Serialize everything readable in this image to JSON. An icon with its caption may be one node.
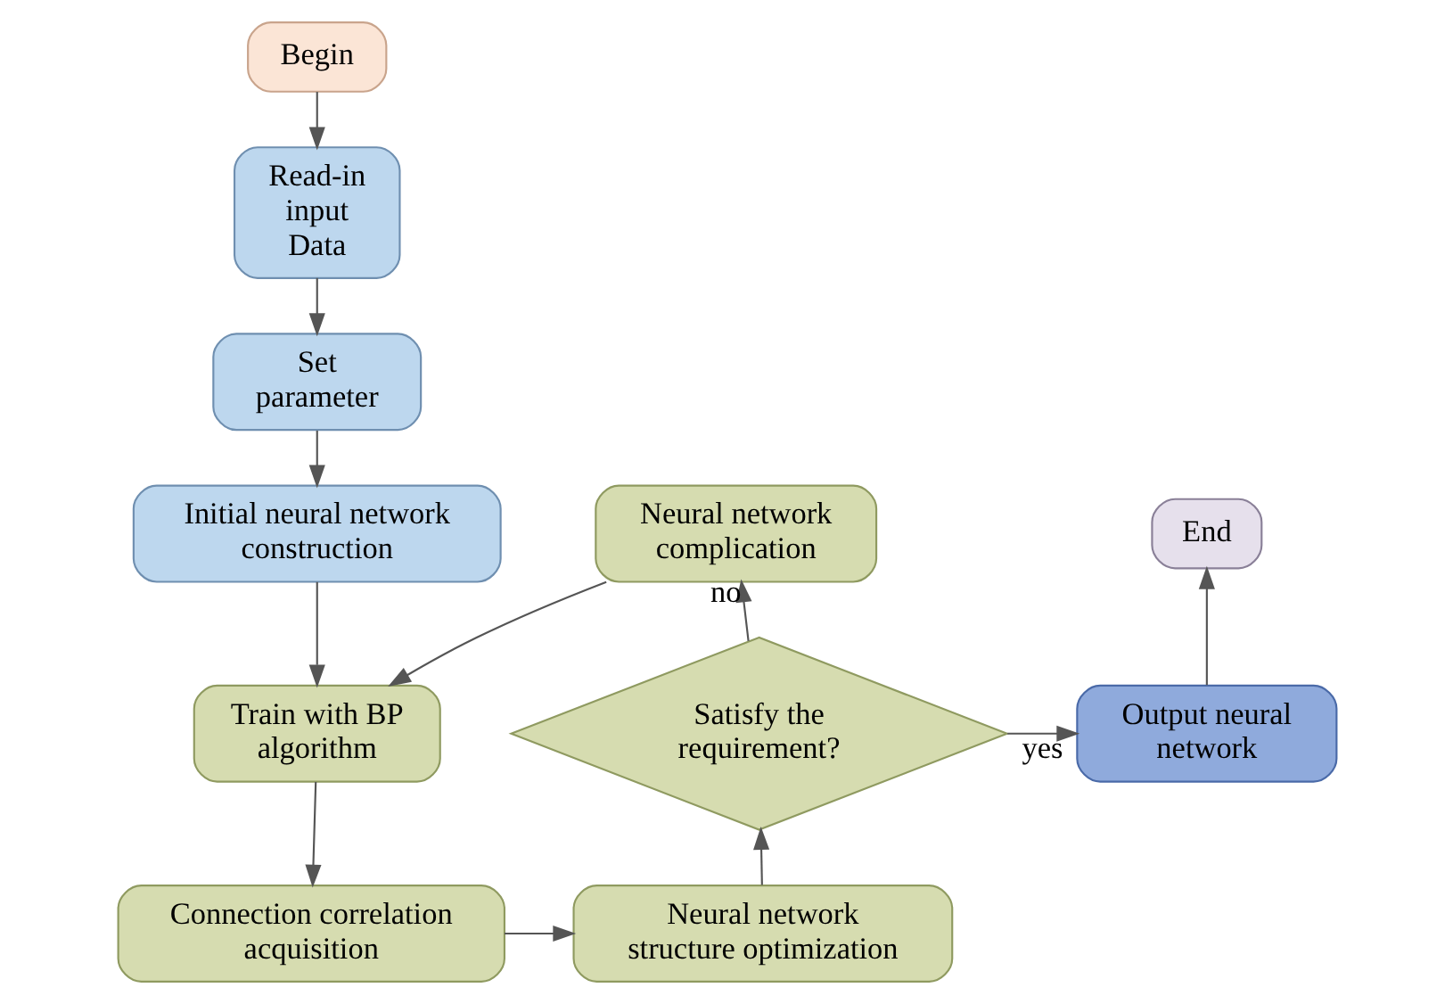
{
  "diagram": {
    "nodes": [
      {
        "text": [
          "Begin"
        ]
      },
      {
        "text": [
          "Read-in input Data"
        ]
      },
      {
        "text": [
          "Set parameter"
        ]
      },
      {
        "text": [
          "Initial neural network construction"
        ]
      },
      {
        "text": [
          "Train with BP algorithm"
        ]
      },
      {
        "text": [
          "Connection correlation acquisition"
        ]
      },
      {
        "text": [
          "Neural network structure optimization"
        ]
      },
      {
        "text": [
          "Satisfy the requirement?"
        ]
      },
      {
        "text": [
          "Neural network complication"
        ]
      },
      {
        "text": [
          "Output neural network"
        ]
      },
      {
        "text": [
          "End"
        ]
      }
    ],
    "edges": [
      {
        "from": 0,
        "to": 1,
        "arrow": "to"
      },
      {
        "from": 1,
        "to": 2,
        "arrow": "to"
      },
      {
        "from": 2,
        "to": 3,
        "arrow": "to"
      },
      {
        "from": 3,
        "to": 4,
        "arrow": "to"
      },
      {
        "from": 4,
        "to": 5,
        "arrow": "to"
      },
      {
        "from": 5,
        "to": 6,
        "arrow": "to"
      },
      {
        "from": 6,
        "to": 7,
        "arrow": "to"
      },
      {
        "from": 7,
        "to": 8,
        "label": "no",
        "arrow": "to"
      },
      {
        "from": 7,
        "to": 9,
        "label": "yes",
        "arrow": "to"
      },
      {
        "from": 9,
        "to": 10,
        "arrow": "to"
      },
      {
        "from": 8,
        "to": 4,
        "arrow": "to"
      }
    ]
  }
}
